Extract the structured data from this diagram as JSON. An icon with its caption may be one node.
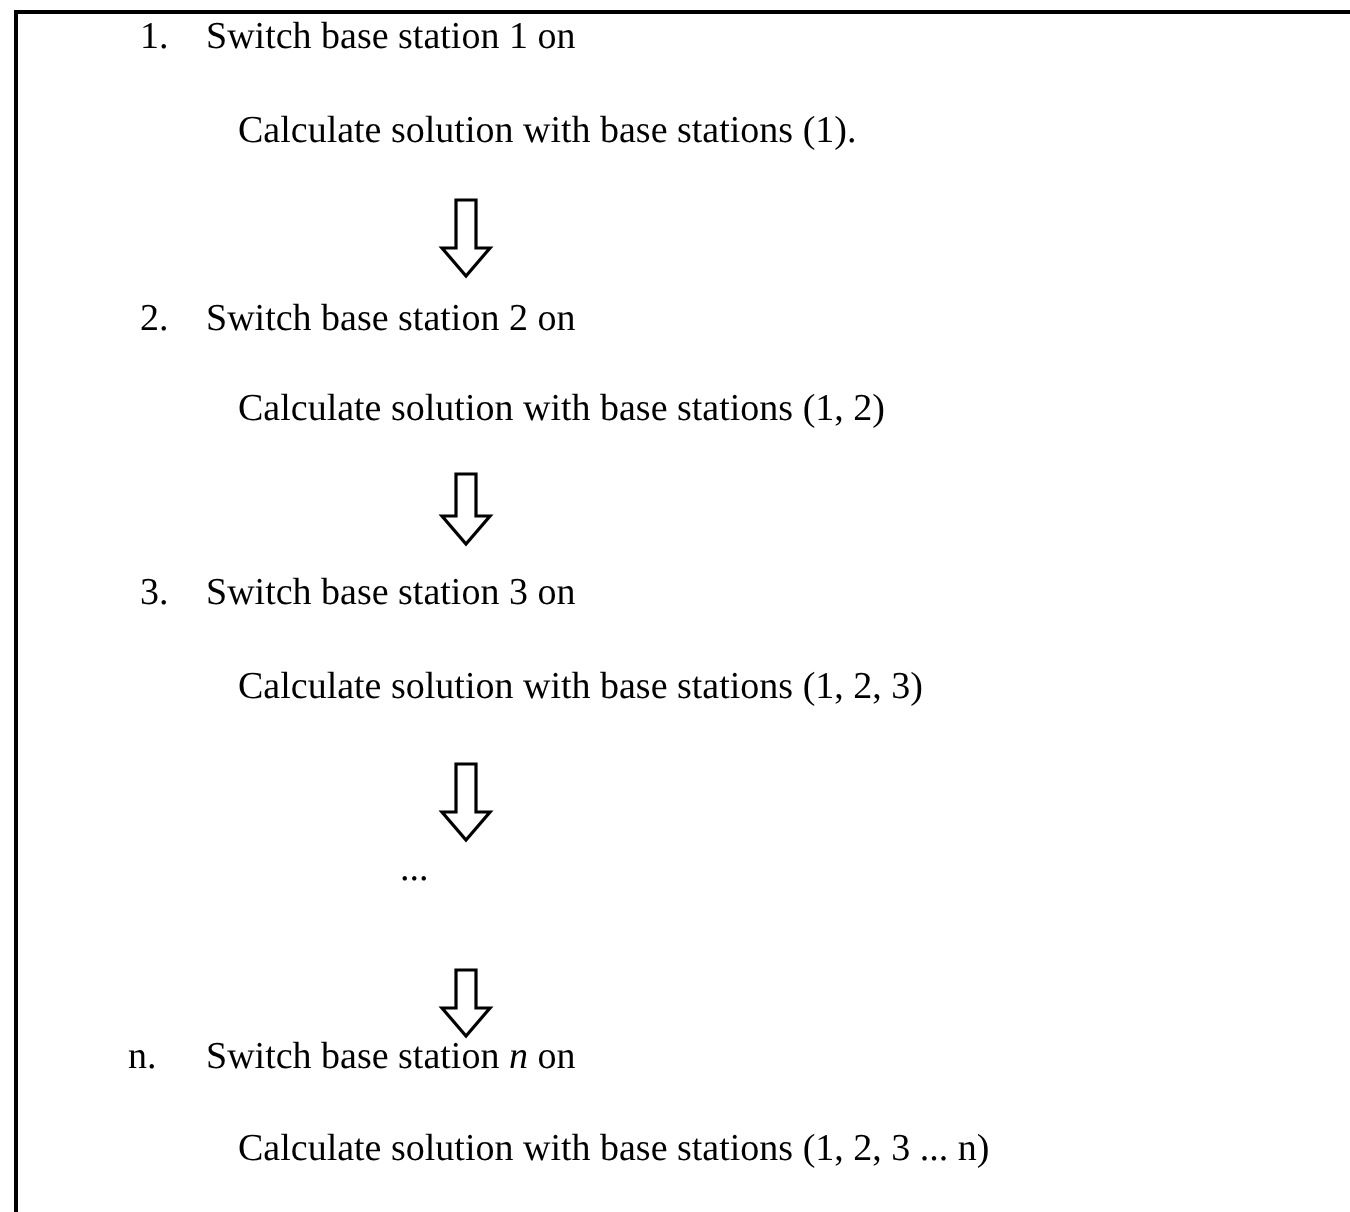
{
  "diagram": {
    "nodes": [
      {
        "text": [
          "1.",
          "Switch base station 1 on",
          "Calculate solution with base stations (1)."
        ]
      },
      {
        "text": [
          "2.",
          "Switch base station 2 on",
          "Calculate solution with base stations (1, 2)"
        ]
      },
      {
        "text": [
          "3.",
          "Switch base station 3 on",
          "Calculate solution with base stations (1, 2, 3)"
        ]
      },
      {
        "text": [
          "..."
        ]
      },
      {
        "text": [
          "n.",
          "Switch base station *n* on",
          "Calculate solution with base stations (1, 2, 3 ... n)"
        ]
      }
    ],
    "edges": [
      {
        "from": 0,
        "to": 1,
        "arrow": "to"
      },
      {
        "from": 1,
        "to": 2,
        "arrow": "to"
      },
      {
        "from": 2,
        "to": 3,
        "arrow": "to"
      },
      {
        "from": 3,
        "to": 4,
        "arrow": "to"
      }
    ]
  }
}
